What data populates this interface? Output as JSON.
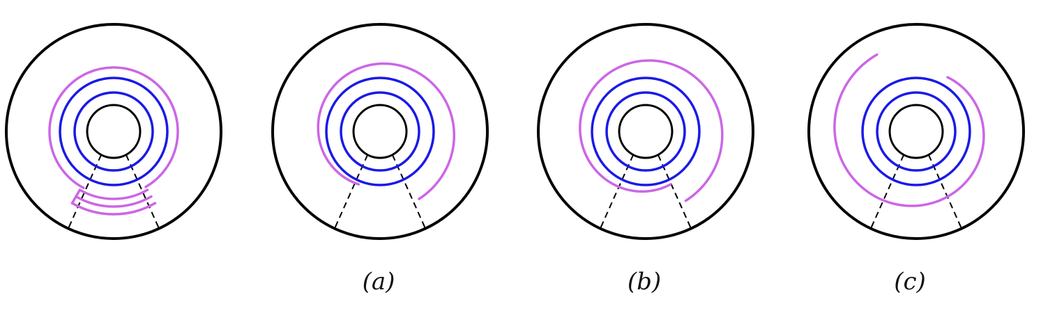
{
  "colors": {
    "outline": "#000000",
    "blue_curve": "#1a1ae6",
    "violet_curve": "#cc66e6"
  },
  "panels": [
    {
      "id": "panel-0",
      "caption": ""
    },
    {
      "id": "panel-a",
      "caption": "(a)"
    },
    {
      "id": "panel-b",
      "caption": "(b)"
    },
    {
      "id": "panel-c",
      "caption": "(c)"
    }
  ]
}
